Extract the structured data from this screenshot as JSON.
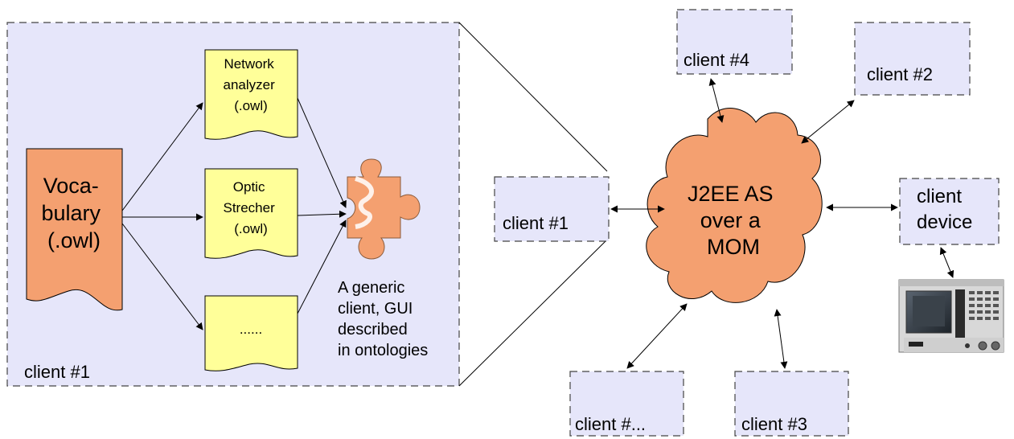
{
  "colors": {
    "box_fill": "#e6e6fa",
    "doc_fill": "#ffff99",
    "orange": "#f4a070",
    "line": "#000000"
  },
  "detail": {
    "label": "client #1",
    "vocabulary": [
      "Voca-",
      "bulary",
      "(.owl)"
    ],
    "network_analyzer": [
      "Network",
      "analyzer",
      "(.owl)"
    ],
    "optic_strecher": [
      "Optic",
      "Strecher",
      "(.owl)"
    ],
    "more": "......",
    "generic_client": [
      "A generic",
      "client, GUI",
      "described",
      "in ontologies"
    ]
  },
  "server": {
    "lines": [
      "J2EE AS",
      "over a",
      "MOM"
    ]
  },
  "clients": {
    "c1": "client #1",
    "c2": "client #2",
    "c3": "client #3",
    "c4": "client #4",
    "cdots": "client #...",
    "device": [
      "client",
      "device"
    ]
  },
  "icons": {
    "puzzle": "puzzle-piece-icon",
    "instrument": "network-analyzer-device-icon"
  }
}
